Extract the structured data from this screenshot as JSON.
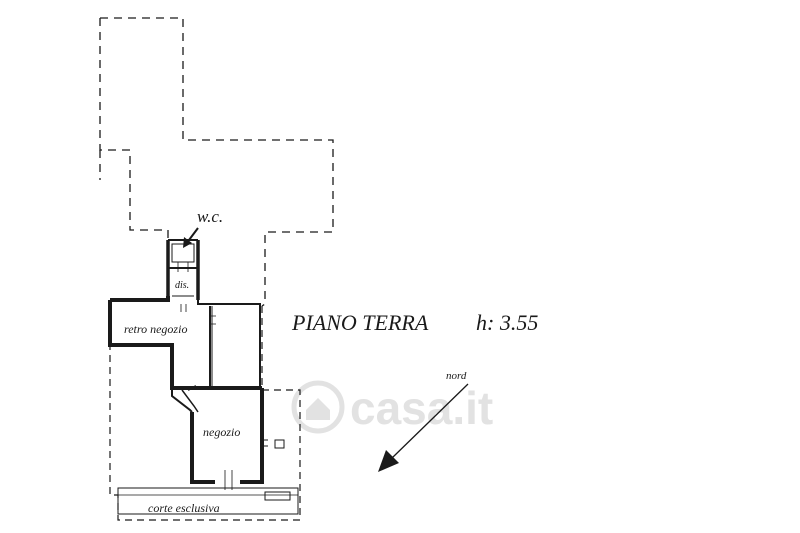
{
  "plan": {
    "title": "PIANO TERRA",
    "height_label": "h: 3.55",
    "rooms": {
      "wc": "w.c.",
      "dis": "dis.",
      "retro_negozio": "retro negozio",
      "negozio": "negozio",
      "corte_esclusiva": "corte esclusiva"
    },
    "north_label": "nord"
  },
  "watermark": {
    "text": "casa.it"
  },
  "colors": {
    "ink": "#1a1a1a",
    "watermark": "#e2e2e2",
    "background": "#ffffff"
  }
}
